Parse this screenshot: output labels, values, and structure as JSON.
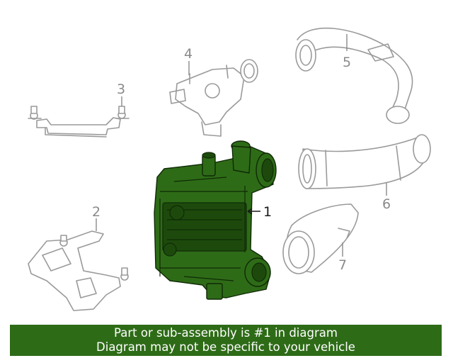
{
  "diagram": {
    "callouts": [
      {
        "id": "1",
        "text": "1",
        "highlighted": true
      },
      {
        "id": "2",
        "text": "2",
        "highlighted": false
      },
      {
        "id": "3",
        "text": "3",
        "highlighted": false
      },
      {
        "id": "4",
        "text": "4",
        "highlighted": false
      },
      {
        "id": "5",
        "text": "5",
        "highlighted": false
      },
      {
        "id": "6",
        "text": "6",
        "highlighted": false
      },
      {
        "id": "7",
        "text": "7",
        "highlighted": false
      }
    ],
    "highlight_color": "#2e6b17",
    "line_color": "#9a9a9a"
  },
  "banner": {
    "line1": "Part or sub-assembly is #1 in diagram",
    "line2": "Diagram may not be specific to your vehicle",
    "background": "#2e6b17"
  }
}
